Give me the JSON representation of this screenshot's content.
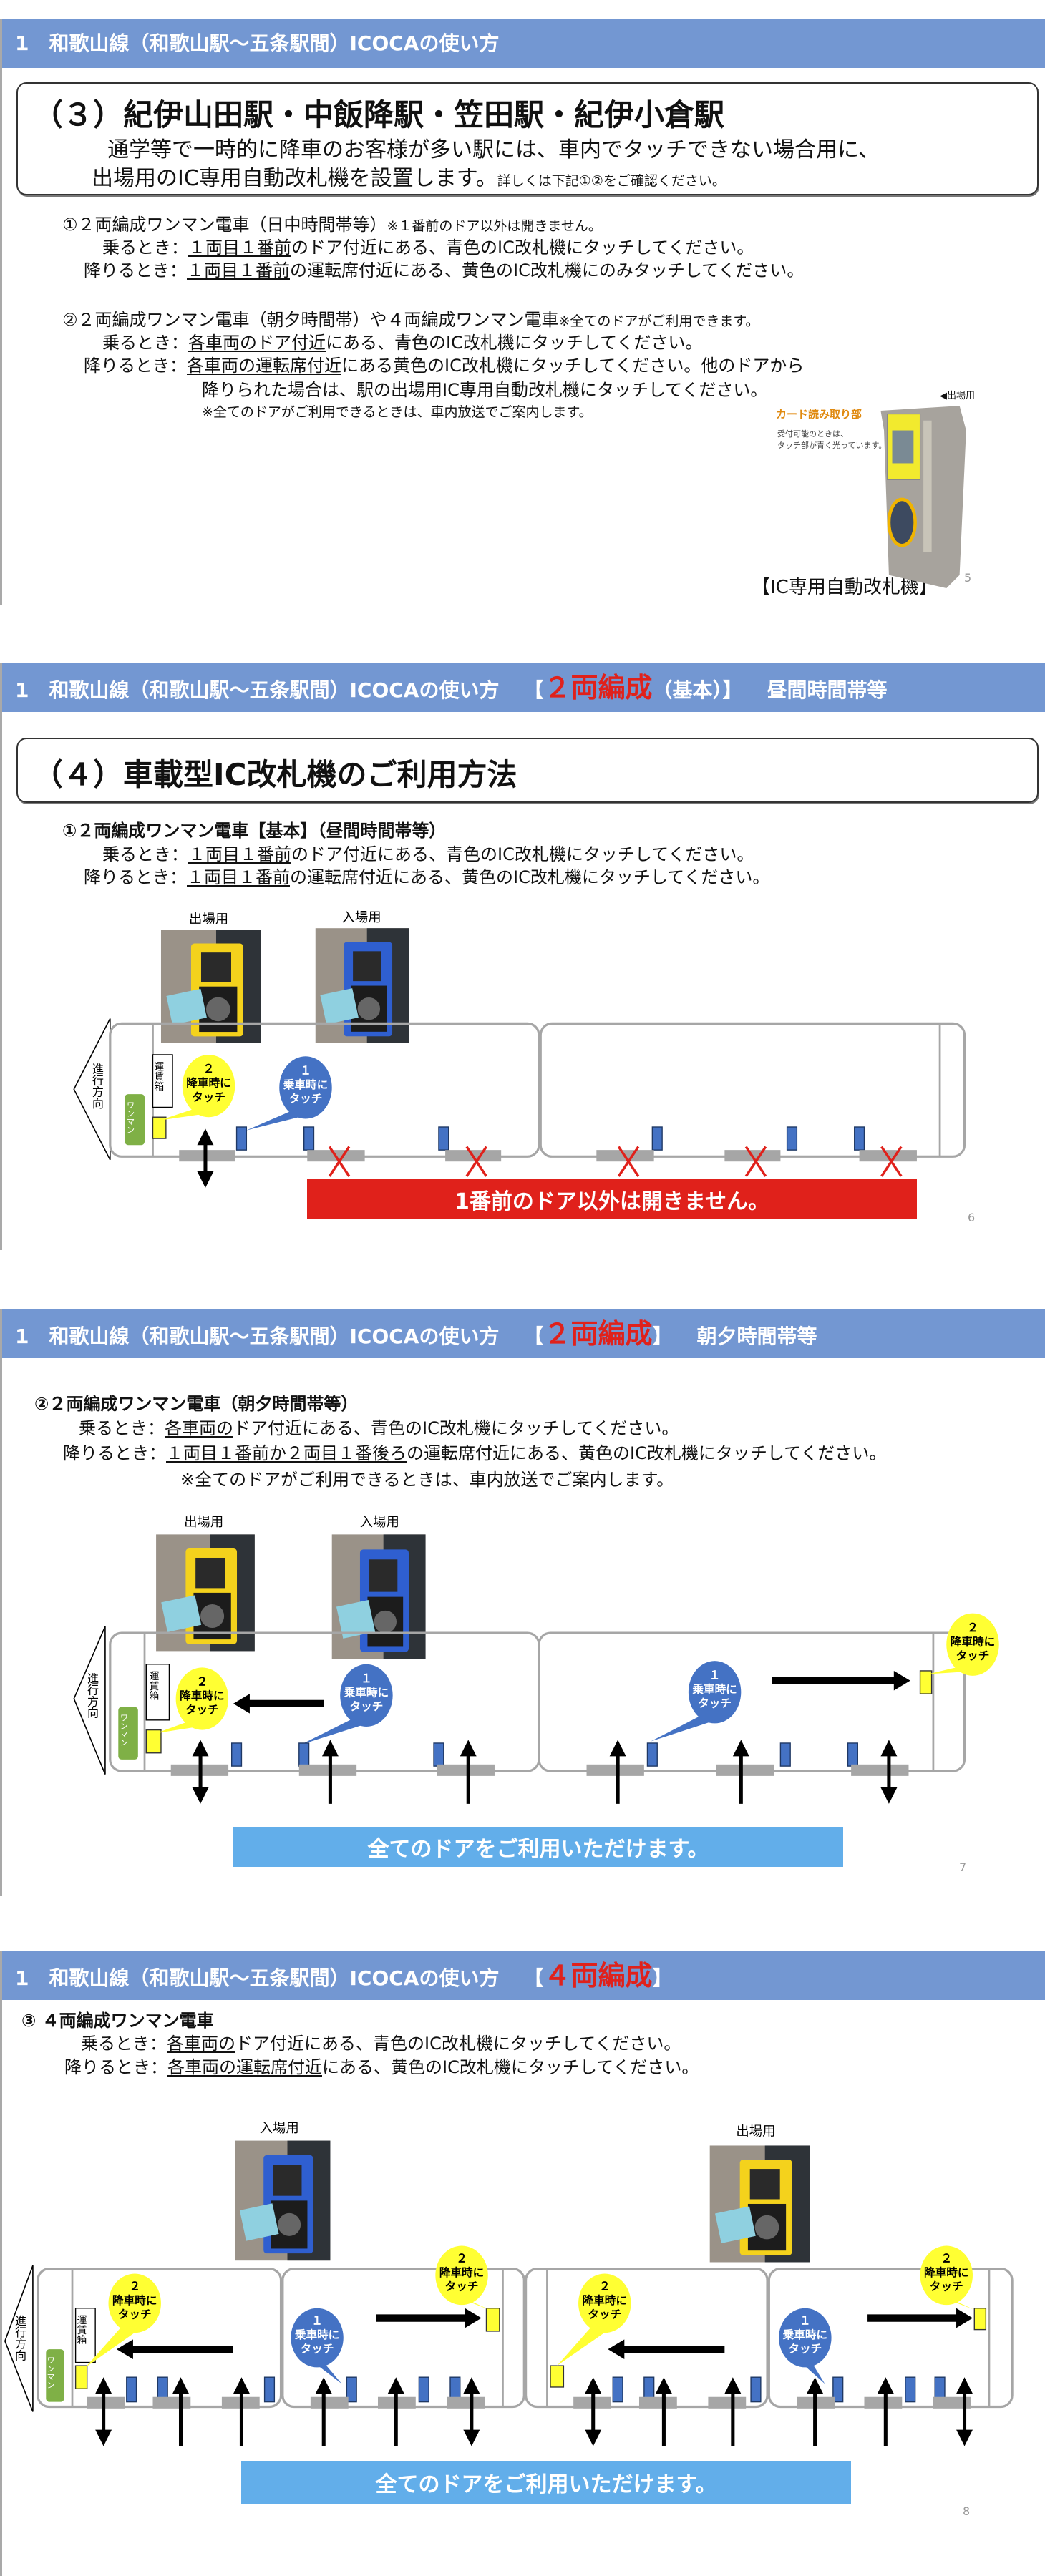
{
  "colors": {
    "header_bg": "#7397d2",
    "highlight_red": "#e0211b",
    "banner_red": "#e0211b",
    "banner_blue": "#62aeea",
    "reader_blue": "#4472c4",
    "reader_yellow": "#ffff33",
    "oneman_green": "#7fb046"
  },
  "header_title": "1　和歌山線（和歌山駅～五条駅間）ICOCAの使い方",
  "diagram_labels": {
    "direction": "進行方向",
    "fare_box": "運賃箱",
    "oneman": "ワンマン",
    "exit_reader": "出場用",
    "entry_reader": "入場用",
    "exit_bubble": [
      "２",
      "降車時に",
      "タッチ"
    ],
    "entry_bubble": [
      "１",
      "乗車時に",
      "タッチ"
    ]
  },
  "s5": {
    "box_title": "（３）紀伊山田駅・中飯降駅・笠田駅・紀伊小倉駅",
    "intro_line1": "通学等で一時的に降車のお客様が多い駅には、車内でタッチできない場合用に、",
    "intro_line2": "出場用のIC専用自動改札機を設置します。",
    "intro_note": "詳しくは下記①②をご確認ください。",
    "item1": {
      "title": "①２両編成ワンマン電車（日中時間帯等）",
      "note": "※１番前のドア以外は開きません。",
      "board_label": "乗るとき：",
      "board_u": "１両目１番前",
      "board_rest": "のドア付近にある、青色のIC改札機にタッチしてください。",
      "alight_label": "降りるとき：",
      "alight_u": "１両目１番前",
      "alight_rest": "の運転席付近にある、黄色のIC改札機にのみタッチしてください。"
    },
    "item2": {
      "title": "②２両編成ワンマン電車（朝夕時間帯）や４両編成ワンマン電車",
      "note": "※全てのドアがご利用できます。",
      "board_label": "乗るとき：",
      "board_u": "各車両のドア付近",
      "board_rest": "にある、青色のIC改札機にタッチしてください。",
      "alight_label": "降りるとき：",
      "alight_u": "各車両の運転席付近",
      "alight_rest": "にある黄色のIC改札機にタッチしてください。他のドアから",
      "alight_line2": "降りられた場合は、駅の出場用IC専用自動改札機にタッチしてください。",
      "note2": "※全てのドアがご利用できるときは、車内放送でご案内します。"
    },
    "machine": {
      "card_reader": "カード読み取り部",
      "hint1": "受付可能のときは、",
      "hint2": "タッチ部が青く光っています。",
      "exit_tag": "◀出場用",
      "caption": "【IC専用自動改札機】"
    },
    "page": "5"
  },
  "s6": {
    "header_open": "【",
    "header_highlight": "２両編成",
    "header_suffix": "（基本）】",
    "header_extra": "昼間時間帯等",
    "box_title": "（４）車載型IC改札機のご利用方法",
    "item": {
      "title": "①２両編成ワンマン電車【基本】（昼間時間帯等）",
      "board_label": "乗るとき：",
      "board_u": "１両目１番前",
      "board_rest": "のドア付近にある、青色のIC改札機にタッチしてください。",
      "alight_label": "降りるとき：",
      "alight_u": "１両目１番前",
      "alight_rest": "の運転席付近にある、黄色のIC改札機にタッチしてください。"
    },
    "banner": "1番前のドア以外は開きません。",
    "page": "6"
  },
  "s7": {
    "header_open": "【",
    "header_highlight": "２両編成",
    "header_suffix": "】",
    "header_extra": "朝夕時間帯等",
    "item": {
      "title": "②２両編成ワンマン電車（朝夕時間帯等）",
      "board_label": "乗るとき：",
      "board_u": "各車両の",
      "board_rest": "ドア付近にある、青色のIC改札機にタッチしてください。",
      "alight_label": "降りるとき：",
      "alight_u": "１両目１番前か２両目１番後ろ",
      "alight_rest": "の運転席付近にある、黄色のIC改札機にタッチしてください。",
      "note": "※全てのドアがご利用できるときは、車内放送でご案内します。"
    },
    "banner": "全てのドアをご利用いただけます。",
    "page": "7"
  },
  "s8": {
    "header_open": "【",
    "header_highlight": "４両編成",
    "header_suffix": "】",
    "item": {
      "title": "③ ４両編成ワンマン電車",
      "board_label": "乗るとき：",
      "board_u": "各車両の",
      "board_rest": "ドア付近にある、青色のIC改札機にタッチしてください。",
      "alight_label": "降りるとき：",
      "alight_u": "各車両の運転席付近",
      "alight_rest": "にある、黄色のIC改札機にタッチしてください。"
    },
    "banner": "全てのドアをご利用いただけます。",
    "page": "8"
  }
}
